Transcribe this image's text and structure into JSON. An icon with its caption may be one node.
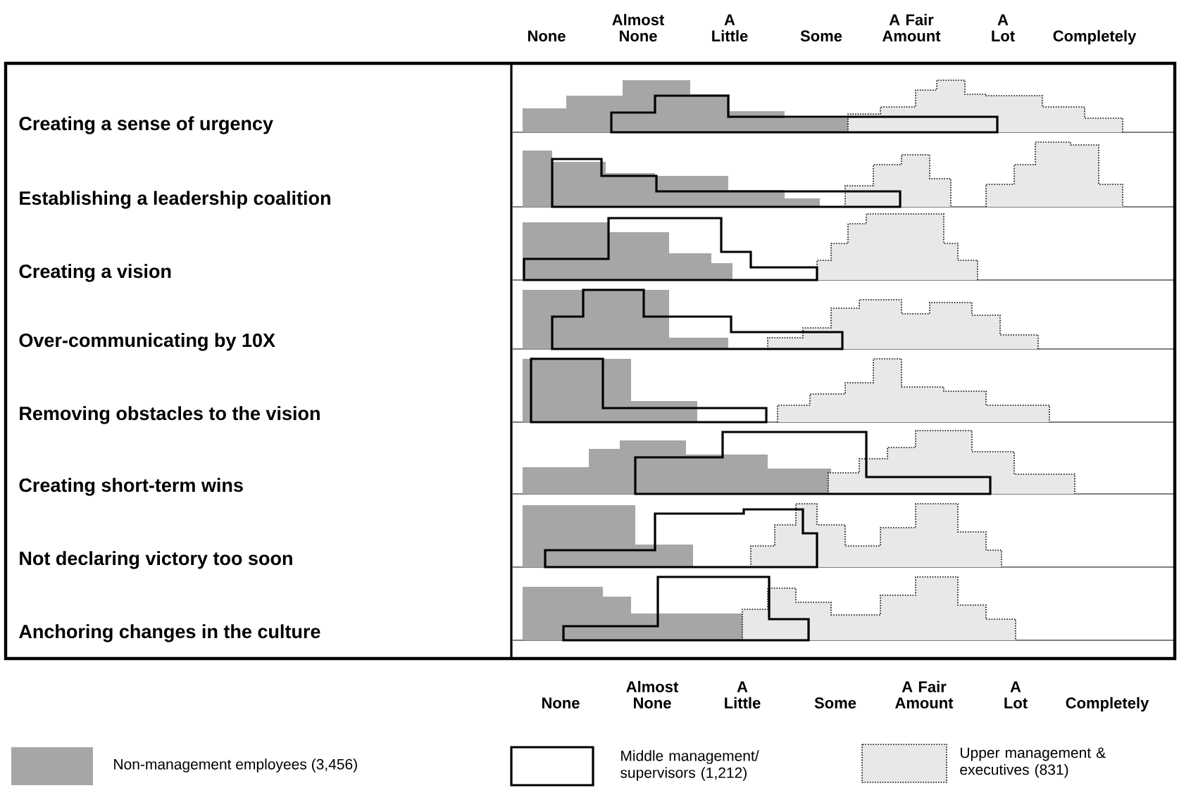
{
  "diagram": {
    "labels": [
      "None",
      "Almost None",
      "A Little",
      "Some",
      "A Fair Amount",
      "A Lot",
      "Completely",
      "Creating a sense of urgency",
      "Establishing a leadership coalition",
      "Creating a vision",
      "Over-communicating by 10X",
      "Removing obstacles to the vision",
      "Creating short-term wins",
      "Not declaring victory too soon",
      "Anchoring changes in the culture",
      "None",
      "Almost None",
      "A Little",
      "Some",
      "A Fair Amount",
      "A Lot",
      "Completely"
    ],
    "legend": [
      {
        "text": "Non-management employees (3,456)",
        "color": "#a6a6a6"
      },
      {
        "text": "Middle management/ supervisors (1,212)"
      },
      {
        "text": "Upper management & executives (831)"
      }
    ]
  }
}
